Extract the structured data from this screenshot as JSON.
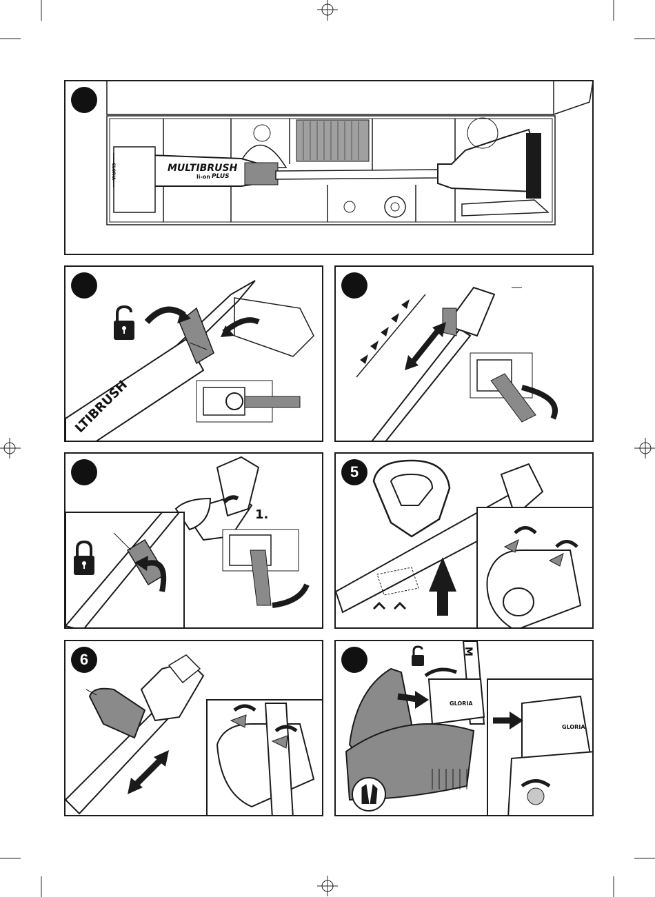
{
  "panels": {
    "p1": {
      "badge": ""
    },
    "p2": {
      "badge": ""
    },
    "p3": {
      "badge": ""
    },
    "p4": {
      "badge": "",
      "step_label": "1."
    },
    "p5": {
      "badge": "5"
    },
    "p6": {
      "badge": "6"
    },
    "p7": {
      "badge": ""
    }
  },
  "product": {
    "brand": "GLORIA",
    "name": "MULTIBRUSH",
    "sub": "li-on",
    "plus": "PLUS",
    "name_partial_p2": "LTIBRUSH",
    "name_partial_p7": "M"
  },
  "colors": {
    "ink": "#1a1a1a",
    "grey": "#8a8a8a",
    "light_grey": "#c8c8c8",
    "paper": "#ffffff"
  }
}
